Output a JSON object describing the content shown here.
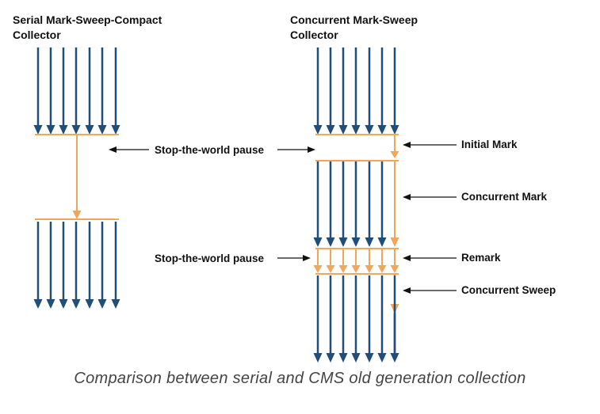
{
  "serial": {
    "title_line1": "Serial Mark-Sweep-Compact",
    "title_line2": "Collector"
  },
  "cms": {
    "title_line1": "Concurrent Mark-Sweep",
    "title_line2": "Collector"
  },
  "labels": {
    "stw_pause_1": "Stop-the-world pause",
    "stw_pause_2": "Stop-the-world pause",
    "initial_mark": "Initial Mark",
    "concurrent_mark": "Concurrent Mark",
    "remark": "Remark",
    "concurrent_sweep": "Concurrent Sweep"
  },
  "caption": "Comparison between serial and CMS old generation collection",
  "colors": {
    "app_thread": "#1f4e79",
    "gc_thread": "#f2a65a",
    "pointer": "#111111"
  }
}
